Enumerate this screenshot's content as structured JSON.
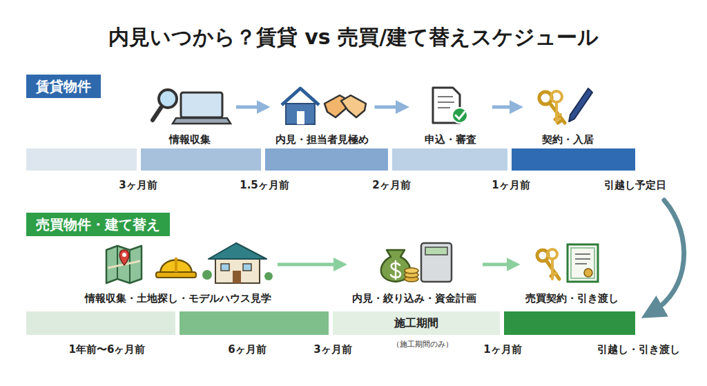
{
  "diagram": {
    "title": "内見いつから？賃貸 vs 売買/建て替えスケジュール",
    "nodes": [
      {
        "text": [
          "賃貸物件"
        ]
      },
      {
        "text": [
          "情報収集"
        ]
      },
      {
        "text": [
          "内見・担当者見極め"
        ]
      },
      {
        "text": [
          "申込・審査"
        ]
      },
      {
        "text": [
          "契約・入居"
        ]
      },
      {
        "text": [
          "売買物件・建て替え"
        ]
      },
      {
        "text": [
          "情報収集・土地探し・モデルハウス見学"
        ]
      },
      {
        "text": [
          "内見・絞り込み・資金計画"
        ]
      },
      {
        "text": [
          "売買契約・引き渡し"
        ]
      },
      {
        "text": [
          "施工期間"
        ]
      }
    ],
    "edges": [
      {
        "from": 1,
        "to": 2,
        "arrow": "to"
      },
      {
        "from": 2,
        "to": 3,
        "arrow": "to"
      },
      {
        "from": 3,
        "to": 4,
        "arrow": "to"
      },
      {
        "from": 6,
        "to": 7,
        "arrow": "to"
      },
      {
        "from": 7,
        "to": 8,
        "arrow": "to"
      }
    ],
    "labels": [
      "3ヶ月前",
      "1.5ヶ月前",
      "2ヶ月前",
      "1ヶ月前",
      "引越し予定日",
      "1年前〜6ヶ月前",
      "6ヶ月前",
      "3ヶ月前",
      "（施工期間のみ）",
      "1ヶ月前",
      "引越し・引き渡し"
    ]
  }
}
